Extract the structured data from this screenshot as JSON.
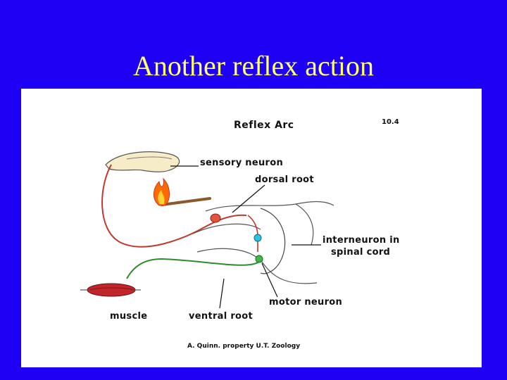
{
  "slide": {
    "title": "Another reflex action"
  },
  "figure": {
    "title": "Reflex Arc",
    "number": "10.4",
    "labels": {
      "sensory_neuron": "sensory neuron",
      "dorsal_root": "dorsal root",
      "interneuron_line1": "interneuron in",
      "interneuron_line2": "spinal cord",
      "motor_neuron": "motor neuron",
      "muscle": "muscle",
      "ventral_root": "ventral root"
    },
    "credit": "A. Quinn. property U.T. Zoology"
  },
  "colors": {
    "background": "#1e00f5",
    "title": "#ffff66",
    "sensory_pathway": "#c0392b",
    "motor_pathway": "#2e8b2e",
    "interneuron": "#29c5e0",
    "muscle": "#c0262a",
    "flame": "#ff6a00"
  }
}
